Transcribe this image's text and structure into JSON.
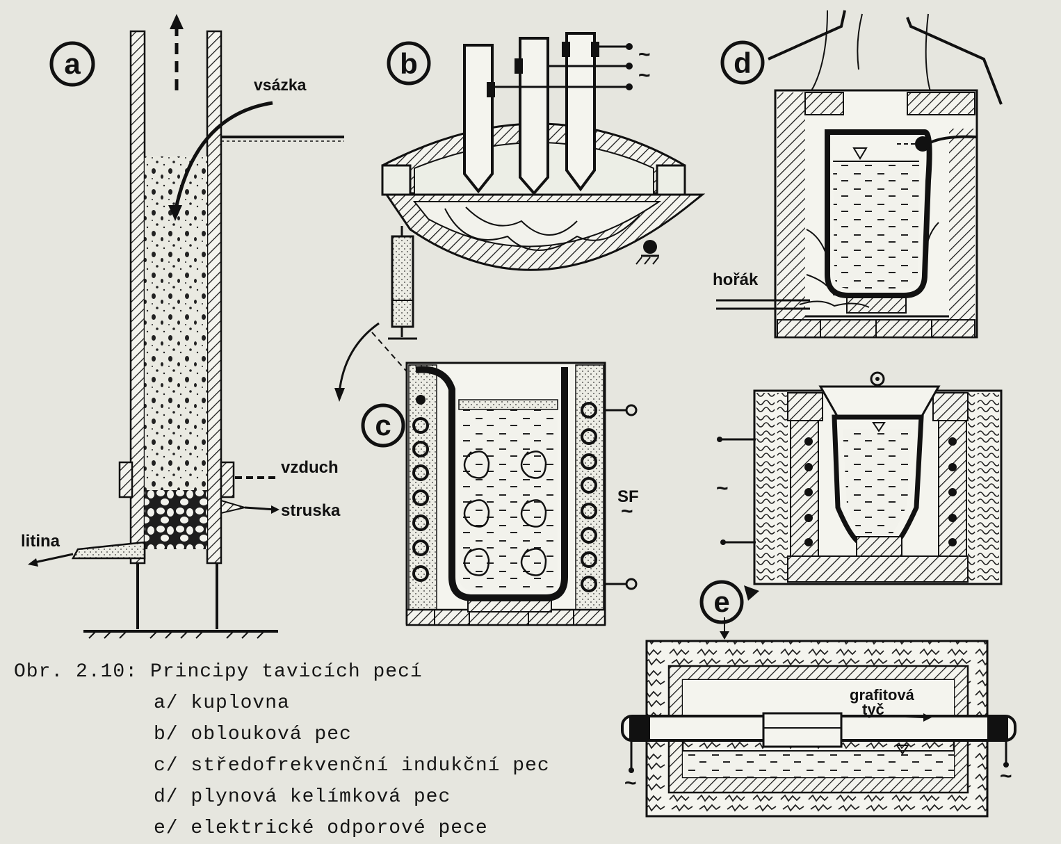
{
  "figure": {
    "badges": {
      "a": "a",
      "b": "b",
      "c": "c",
      "d": "d",
      "e": "e"
    },
    "labels": {
      "vsazka": "vsázka",
      "vzduch": "vzduch",
      "struska": "struska",
      "litina": "litina",
      "tilde": "~",
      "sf": "SF",
      "horak": "hořák",
      "grafitova": "grafitová",
      "tyc": "tyč"
    },
    "caption": {
      "number": "Obr. 2.10:",
      "title": "Principy tavicích pecí",
      "items": [
        "a/ kuplovna",
        "b/ oblouková pec",
        "c/ středofrekvenční indukční pec",
        "d/ plynová kelímková pec",
        "e/ elektrické odporové pece"
      ]
    }
  }
}
